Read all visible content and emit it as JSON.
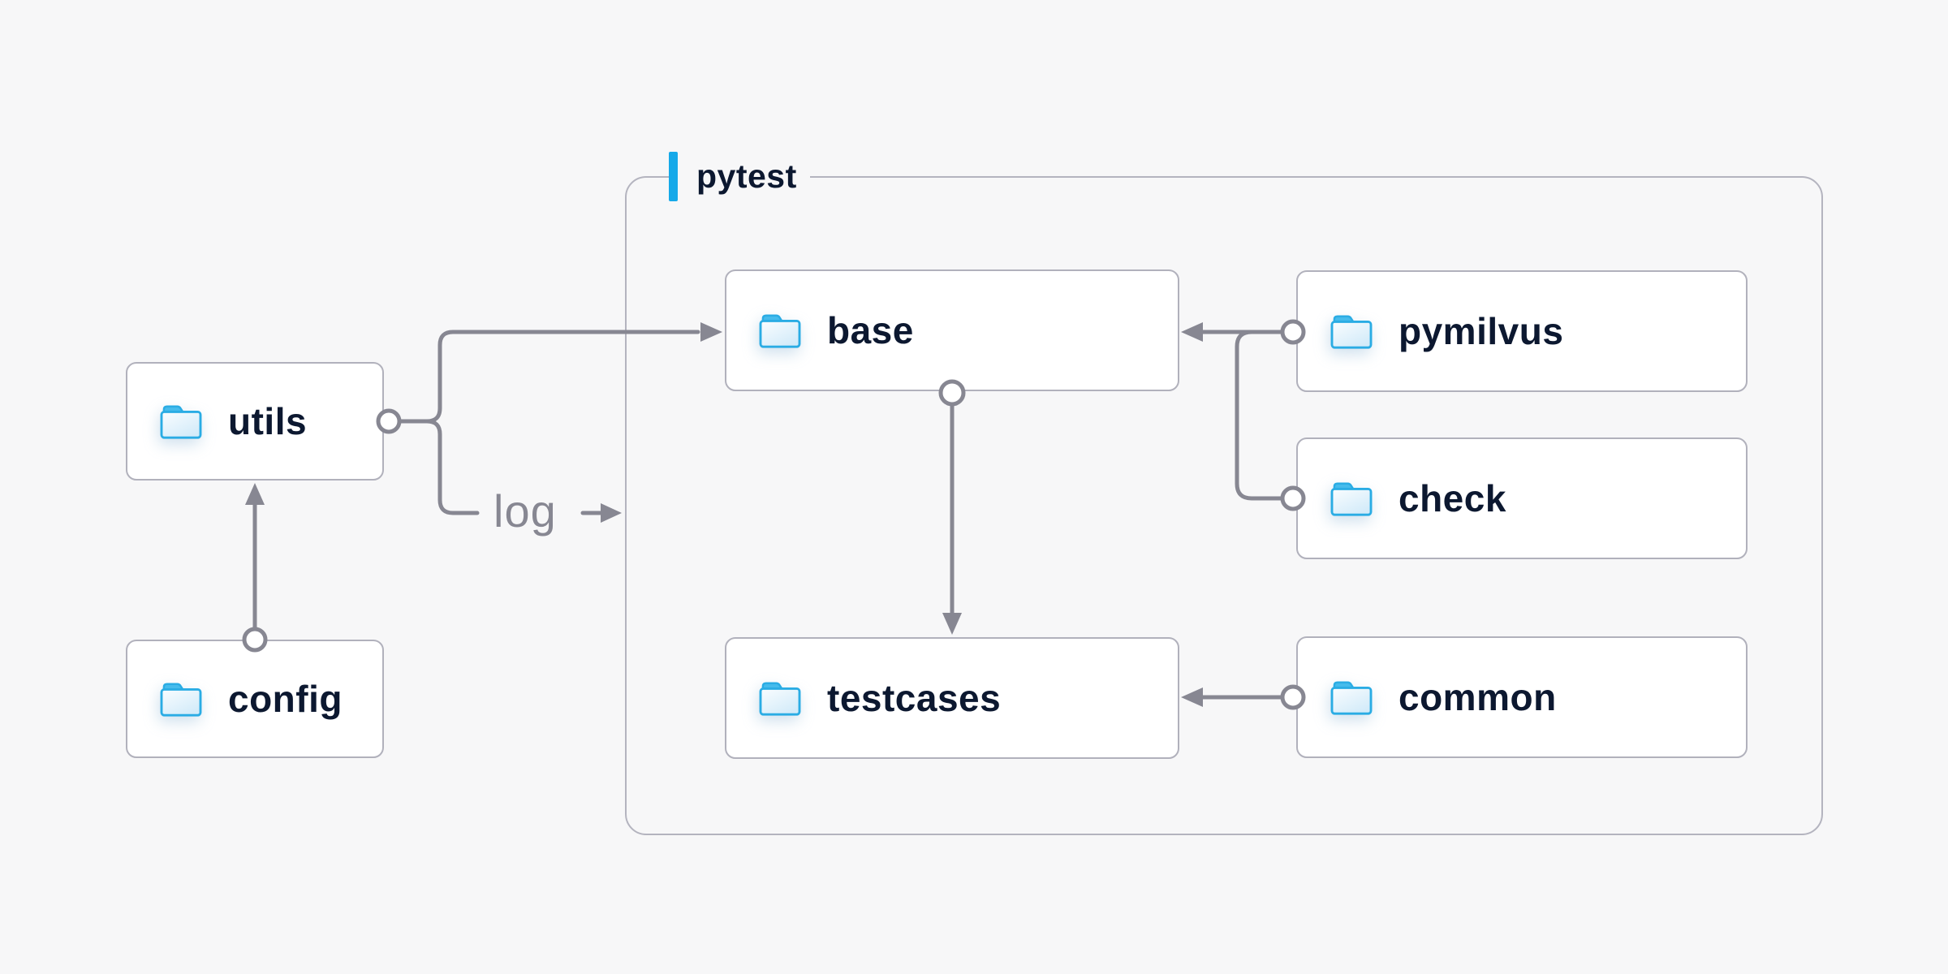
{
  "diagram": {
    "background": "#f7f7f8",
    "container": {
      "label": "pytest",
      "accent_color": "#16a9e9",
      "border_color": "#b4b4bf"
    },
    "nodes": {
      "utils": {
        "label": "utils",
        "icon": "folder-icon"
      },
      "config": {
        "label": "config",
        "icon": "folder-icon"
      },
      "base": {
        "label": "base",
        "icon": "folder-icon"
      },
      "testcases": {
        "label": "testcases",
        "icon": "folder-icon"
      },
      "pymilvus": {
        "label": "pymilvus",
        "icon": "folder-icon"
      },
      "check": {
        "label": "check",
        "icon": "folder-icon"
      },
      "common": {
        "label": "common",
        "icon": "folder-icon"
      }
    },
    "edges": [
      {
        "from": "config",
        "to": "utils",
        "label": ""
      },
      {
        "from": "utils",
        "to": "base",
        "label": ""
      },
      {
        "from": "utils",
        "to": "pytest-container",
        "label": "log"
      },
      {
        "from": "base",
        "to": "testcases",
        "label": ""
      },
      {
        "from": "pymilvus",
        "to": "base",
        "label": ""
      },
      {
        "from": "check",
        "to": "base",
        "label": ""
      },
      {
        "from": "common",
        "to": "testcases",
        "label": ""
      }
    ],
    "log_label": "log",
    "colors": {
      "node_background": "#ffffff",
      "node_border": "#b1b1bc",
      "node_text": "#0c1830",
      "connector": "#878792",
      "folder_stroke": "#2aace4",
      "folder_tab": "#45bbec",
      "folder_fill_light": "#fafdff",
      "folder_fill_dark": "#d3ebf9",
      "accent_blue": "#16a9e9"
    }
  }
}
